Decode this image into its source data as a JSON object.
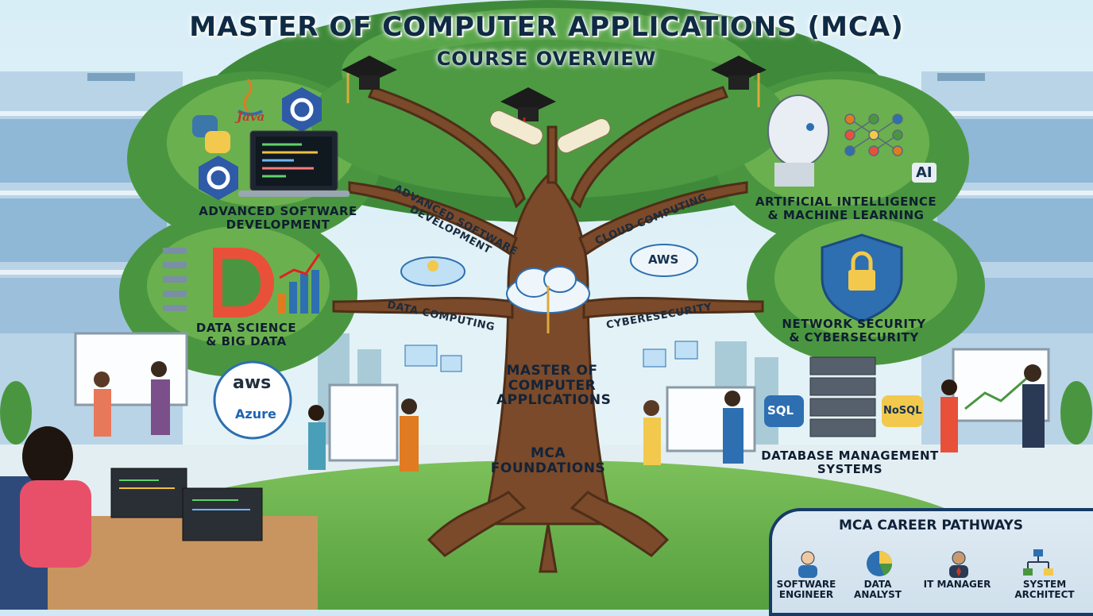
{
  "title": {
    "line1": "MASTER OF COMPUTER APPLICATIONS (MCA)",
    "line2": "COURSE OVERVIEW"
  },
  "trunk": {
    "label": "MASTER OF COMPUTER APPLICATIONS",
    "roots_label": "MCA FOUNDATIONS"
  },
  "branches": {
    "advanced_software": "ADVANCED SOFTWARE DEVELOPMENT",
    "cloud_computing": "CLOUD COMPUTING",
    "data_computing": "DATA COMPUTING",
    "cybersecurity": "CYBERESECURITY"
  },
  "areas": {
    "software": {
      "line1": "ADVANCED SOFTWARE",
      "line2": "DEVELOPMENT"
    },
    "data_science": {
      "line1": "DATA SCIENCE",
      "line2": "& BIG DATA"
    },
    "ai_ml": {
      "line1": "ARTIFICIAL INTELLIGENCE",
      "line2": "& MACHINE LEARNING"
    },
    "network_security": {
      "line1": "NETWORK SECURITY",
      "line2": "& CYBERSECURITY"
    },
    "database": {
      "line1": "DATABASE MANAGEMENT",
      "line2": "SYSTEMS"
    }
  },
  "logos": {
    "java": "Java",
    "aws": "aws",
    "azure": "Azure",
    "aws_cloud": "AWS",
    "ai": "AI",
    "sql": "SQL",
    "nosql": "NoSQL"
  },
  "careers": {
    "title": "MCA CAREER PATHWAYS",
    "items": [
      {
        "line1": "SOFTWARE",
        "line2": "ENGINEER",
        "icon": "engineer-icon"
      },
      {
        "line1": "DATA",
        "line2": "ANALYST",
        "icon": "pie-chart-icon"
      },
      {
        "line1": "IT MANAGER",
        "line2": "",
        "icon": "manager-icon"
      },
      {
        "line1": "SYSTEM",
        "line2": "ARCHITECT",
        "icon": "hierarchy-icon"
      }
    ]
  },
  "colors": {
    "foliage": "#3f8a3a",
    "foliage_light": "#6bb04f",
    "trunk": "#7a4a2a",
    "sky": "#cfe8f3",
    "panel": "#173b66"
  }
}
